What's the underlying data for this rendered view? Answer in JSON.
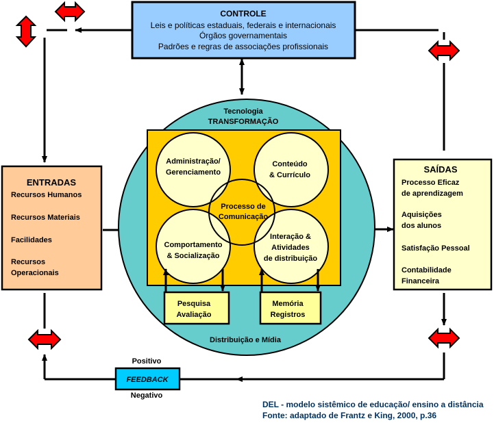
{
  "colors": {
    "controle_fill": "#99ccff",
    "entradas_fill": "#ffcc99",
    "saidas_fill": "#ffffcc",
    "circle_fill": "#66cccc",
    "transform_fill": "#ffcc00",
    "subcircle_fill": "#ffffcc",
    "feedback_fill": "#00ccff",
    "arrow_red": "#ff0000",
    "caption": "#003366"
  },
  "controle": {
    "title": "CONTROLE",
    "lines": [
      "Leis e políticas estaduais, federais e internacionais",
      "Órgãos governamentais",
      "Padrões e regras de associações profissionais"
    ]
  },
  "entradas": {
    "title": "ENTRADAS",
    "items": [
      "Recursos Humanos",
      "Recursos Materiais",
      "Facilidades",
      "Recursos",
      "Operacionais"
    ]
  },
  "saidas": {
    "title": "SAÍDAS",
    "items": [
      "Processo Eficaz",
      "de aprendizagem",
      "Aquisições",
      "dos alunos",
      "Satisfação Pessoal",
      "Contabilidade",
      "Financeira"
    ]
  },
  "transformacao": {
    "top_label": "Tecnologia",
    "title": "TRANSFORMAÇÃO",
    "bottom_label": "Distribuição e Mídia",
    "circles": {
      "admin": [
        "Administração/",
        "Gerenciamento"
      ],
      "conteudo": [
        "Conteúdo",
        "& Currículo"
      ],
      "comportamento": [
        "Comportamento",
        "& Socialização"
      ],
      "interacao": [
        "Interação &",
        "Atividades",
        "de distribuição"
      ],
      "processo": [
        "Processo de",
        "Comunicação"
      ]
    },
    "boxes": {
      "pesquisa": [
        "Pesquisa",
        "Avaliação"
      ],
      "memoria": [
        "Memória",
        "Registros"
      ]
    }
  },
  "feedback": {
    "label": "FEEDBACK",
    "positive": "Positivo",
    "negative": "Negativo"
  },
  "caption": {
    "line1": "DEL - modelo sistêmico de educação/ ensino a distância",
    "line2": "Fonte: adaptado de Frantz e King, 2000, p.36"
  }
}
